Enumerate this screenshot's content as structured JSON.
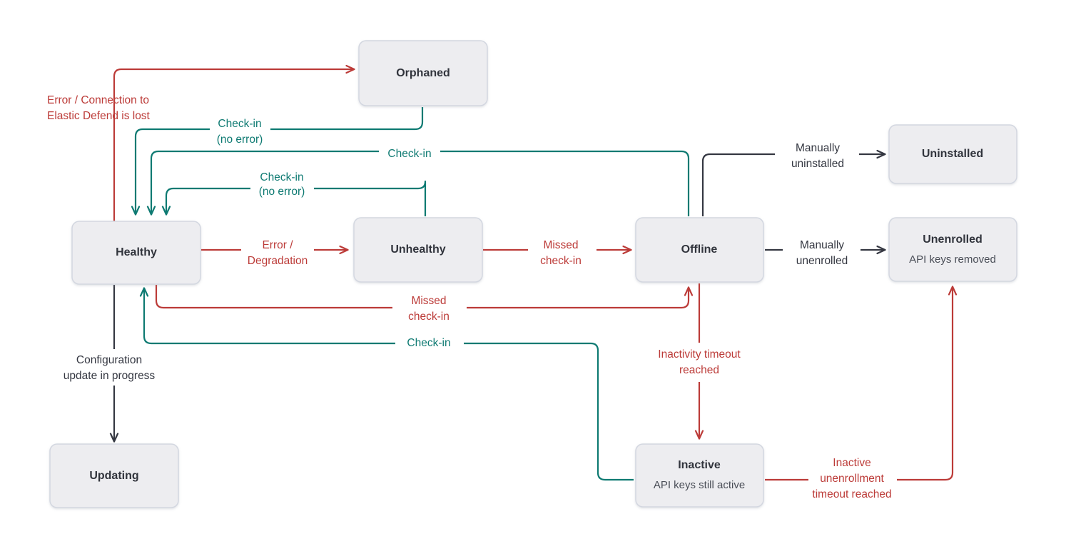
{
  "diagram": {
    "title": "Elastic Agent status state diagram",
    "background": "#ffffff",
    "colors": {
      "node_fill": "#EDEDF0",
      "node_border": "#D3D7E0",
      "node_text": "#31343C",
      "node_subtext": "#4A4E57",
      "error_red": "#BC3B38",
      "checkin_teal": "#0E7A72",
      "neutral_dark": "#343741"
    },
    "nodes": [
      {
        "id": "orphaned",
        "title": "Orphaned",
        "subtitle": ""
      },
      {
        "id": "healthy",
        "title": "Healthy",
        "subtitle": ""
      },
      {
        "id": "unhealthy",
        "title": "Unhealthy",
        "subtitle": ""
      },
      {
        "id": "offline",
        "title": "Offline",
        "subtitle": ""
      },
      {
        "id": "uninstalled",
        "title": "Uninstalled",
        "subtitle": ""
      },
      {
        "id": "unenrolled",
        "title": "Unenrolled",
        "subtitle": "API keys removed"
      },
      {
        "id": "inactive",
        "title": "Inactive",
        "subtitle": "API keys still active"
      },
      {
        "id": "updating",
        "title": "Updating",
        "subtitle": ""
      }
    ],
    "edges": [
      {
        "id": "healthy-to-orphaned",
        "from": "healthy",
        "to": "orphaned",
        "color": "error_red",
        "label_line1": "Error / Connection to",
        "label_line2": "Elastic Defend is lost"
      },
      {
        "id": "orphaned-to-healthy",
        "from": "orphaned",
        "to": "healthy",
        "color": "checkin_teal",
        "label_line1": "Check-in",
        "label_line2": "(no error)"
      },
      {
        "id": "offline-to-healthy",
        "from": "offline",
        "to": "healthy",
        "color": "checkin_teal",
        "label_line1": "Check-in",
        "label_line2": ""
      },
      {
        "id": "unhealthy-to-healthy",
        "from": "unhealthy",
        "to": "healthy",
        "color": "checkin_teal",
        "label_line1": "Check-in",
        "label_line2": "(no error)"
      },
      {
        "id": "healthy-to-unhealthy",
        "from": "healthy",
        "to": "unhealthy",
        "color": "error_red",
        "label_line1": "Error /",
        "label_line2": "Degradation"
      },
      {
        "id": "unhealthy-to-offline",
        "from": "unhealthy",
        "to": "offline",
        "color": "error_red",
        "label_line1": "Missed",
        "label_line2": "check-in"
      },
      {
        "id": "healthy-to-offline",
        "from": "healthy",
        "to": "offline",
        "color": "error_red",
        "label_line1": "Missed",
        "label_line2": "check-in"
      },
      {
        "id": "offline-to-uninstalled",
        "from": "offline",
        "to": "uninstalled",
        "color": "neutral_dark",
        "label_line1": "Manually",
        "label_line2": "uninstalled"
      },
      {
        "id": "offline-to-unenrolled",
        "from": "offline",
        "to": "unenrolled",
        "color": "neutral_dark",
        "label_line1": "Manually",
        "label_line2": "unenrolled"
      },
      {
        "id": "offline-to-inactive",
        "from": "offline",
        "to": "inactive",
        "color": "error_red",
        "label_line1": "Inactivity timeout",
        "label_line2": "reached"
      },
      {
        "id": "inactive-to-healthy",
        "from": "inactive",
        "to": "healthy",
        "color": "checkin_teal",
        "label_line1": "Check-in",
        "label_line2": ""
      },
      {
        "id": "inactive-to-unenrolled",
        "from": "inactive",
        "to": "unenrolled",
        "color": "error_red",
        "label_line1": "Inactive",
        "label_line2": "unenrollment",
        "label_line3": "timeout reached"
      },
      {
        "id": "healthy-to-updating",
        "from": "healthy",
        "to": "updating",
        "color": "neutral_dark",
        "label_line1": "Configuration",
        "label_line2": "update in progress"
      }
    ]
  }
}
